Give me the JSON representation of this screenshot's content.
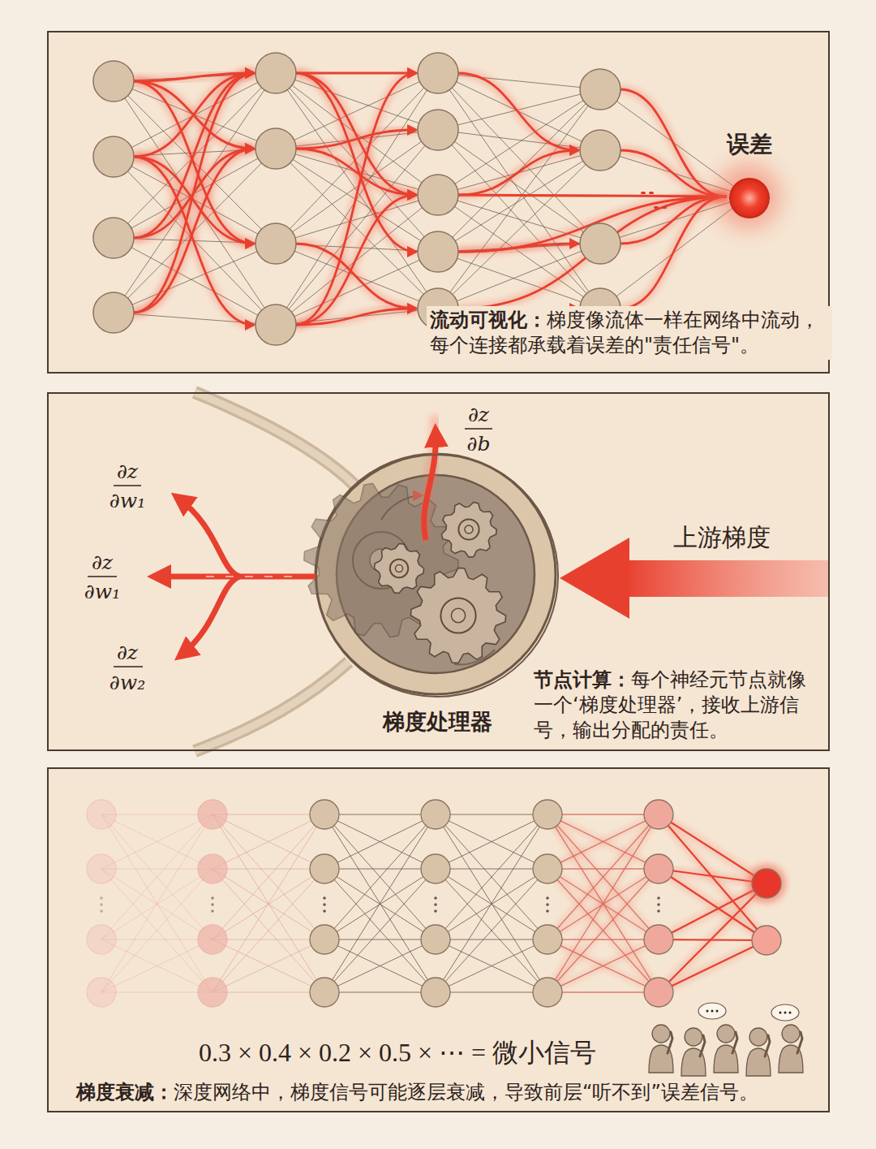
{
  "diagram": {
    "nodes": [
      {
        "text": [
          "流动可视化：",
          "梯度像流体一样在网络中流动，每个连接都承载着误差的\"责任信号\"。"
        ]
      },
      {
        "text": [
          "误差"
        ],
        "in": 0
      },
      {
        "text": [
          "节点计算：",
          "每个神经元节点就像一个‘梯度处理器’，接收上游信号，输出分配的责任。"
        ]
      },
      {
        "text": [
          "梯度处理器"
        ],
        "in": 2
      },
      {
        "text": [
          "梯度衰减：",
          "深度网络中，梯度信号可能逐层衰减，导致前层“听不到”误差信号。"
        ]
      }
    ],
    "labels": [
      "上游梯度",
      "∂z",
      "∂b",
      "∂z",
      "∂w₁",
      "∂z",
      "∂w₁",
      "∂z",
      "∂w₂",
      "0.3 × 0.4 × 0.2 × 0.5 × ⋯ = 微小信号"
    ]
  }
}
